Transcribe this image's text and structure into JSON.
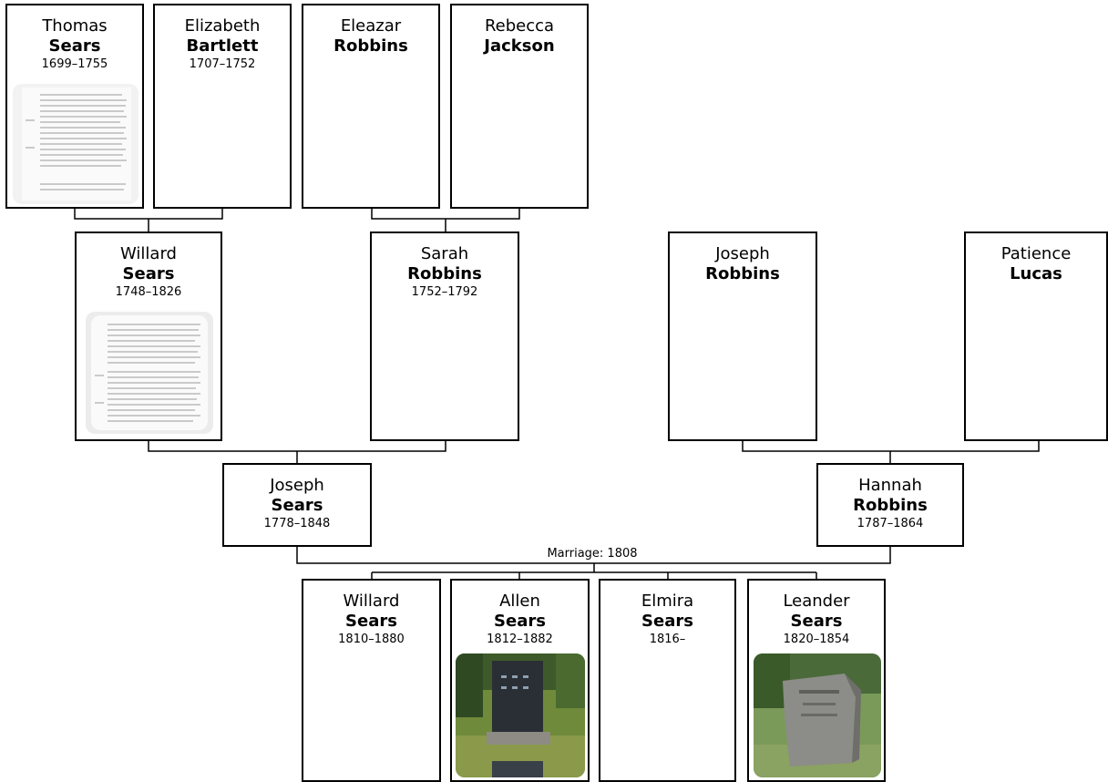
{
  "people": {
    "thomas_sears": {
      "given": "Thomas",
      "surname": "Sears",
      "dates": "1699–1755"
    },
    "elizabeth_bartlett": {
      "given": "Elizabeth",
      "surname": "Bartlett",
      "dates": "1707–1752"
    },
    "eleazar_robbins": {
      "given": "Eleazar",
      "surname": "Robbins",
      "dates": ""
    },
    "rebecca_jackson": {
      "given": "Rebecca",
      "surname": "Jackson",
      "dates": ""
    },
    "willard_sears_sr": {
      "given": "Willard",
      "surname": "Sears",
      "dates": "1748–1826"
    },
    "sarah_robbins": {
      "given": "Sarah",
      "surname": "Robbins",
      "dates": "1752–1792"
    },
    "joseph_robbins": {
      "given": "Joseph",
      "surname": "Robbins",
      "dates": ""
    },
    "patience_lucas": {
      "given": "Patience",
      "surname": "Lucas",
      "dates": ""
    },
    "joseph_sears": {
      "given": "Joseph",
      "surname": "Sears",
      "dates": "1778–1848"
    },
    "hannah_robbins": {
      "given": "Hannah",
      "surname": "Robbins",
      "dates": "1787–1864"
    },
    "willard_sears_jr": {
      "given": "Willard",
      "surname": "Sears",
      "dates": "1810–1880"
    },
    "allen_sears": {
      "given": "Allen",
      "surname": "Sears",
      "dates": "1812–1882"
    },
    "elmira_sears": {
      "given": "Elmira",
      "surname": "Sears",
      "dates": "1816–"
    },
    "leander_sears": {
      "given": "Leander",
      "surname": "Sears",
      "dates": "1820–1854"
    }
  },
  "marriage_label": "Marriage: 1808"
}
